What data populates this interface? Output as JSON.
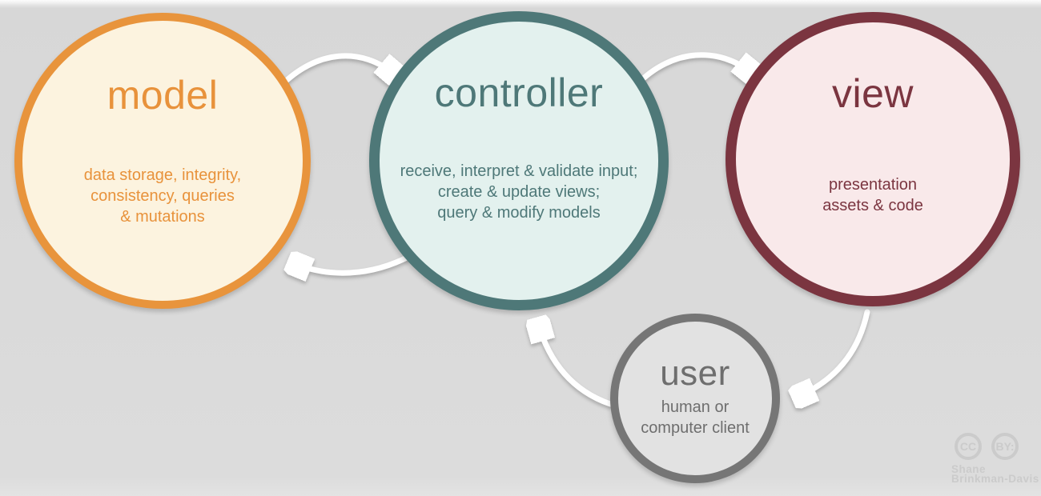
{
  "nodes": {
    "model": {
      "title": "model",
      "desc_lines": [
        "data storage, integrity,",
        "consistency, queries",
        "& mutations"
      ],
      "border_color": "#e8943c",
      "fill_color": "#fcf3df",
      "text_color": "#e8923b"
    },
    "controller": {
      "title": "controller",
      "desc_lines": [
        "receive, interpret & validate input;",
        "create & update views;",
        "query & modify models"
      ],
      "border_color": "#4e7878",
      "fill_color": "#e3f1ee",
      "text_color": "#4e7878"
    },
    "view": {
      "title": "view",
      "desc_lines": [
        "presentation",
        "assets & code"
      ],
      "border_color": "#7b3540",
      "fill_color": "#f9e9ea",
      "text_color": "#7b3540"
    },
    "user": {
      "title": "user",
      "desc_lines": [
        "human or",
        "computer client"
      ],
      "border_color": "#767676",
      "fill_color": "#e2e2e2",
      "text_color": "#6e6e6e"
    }
  },
  "arrows": [
    {
      "name": "model-to-controller"
    },
    {
      "name": "controller-to-view"
    },
    {
      "name": "controller-to-model"
    },
    {
      "name": "view-to-user"
    },
    {
      "name": "user-to-controller"
    }
  ],
  "attribution": {
    "cc_label": "CC",
    "by_label": "BY:",
    "author_line1": "Shane",
    "author_line2": "Brinkman-Davis"
  },
  "colors": {
    "background": "#dcdcdc",
    "arrow": "#ffffff"
  }
}
